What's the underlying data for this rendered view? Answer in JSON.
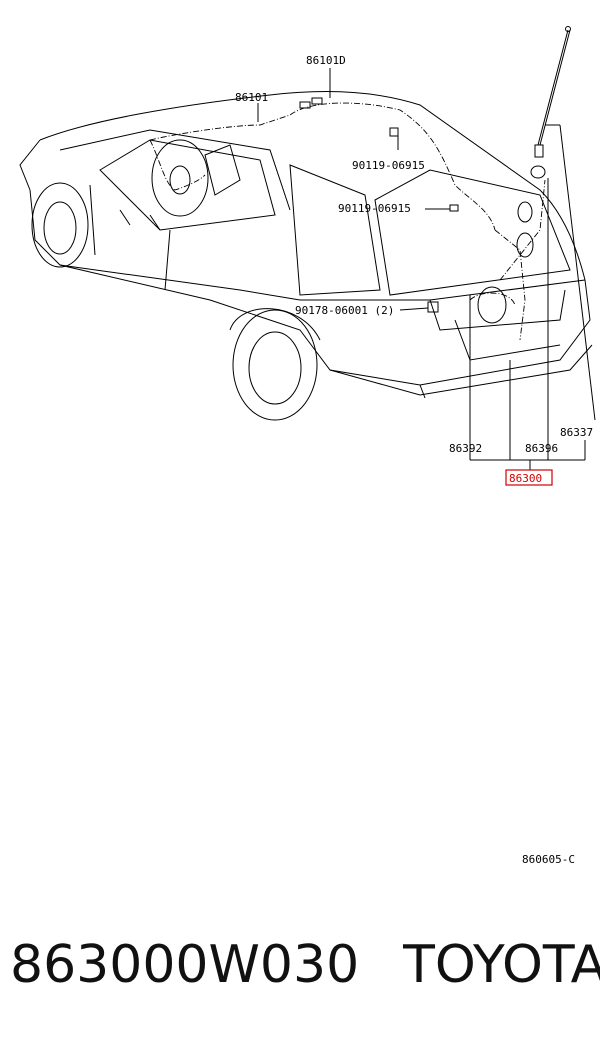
{
  "diagram": {
    "labels": {
      "p86101D": "86101D",
      "p86101": "86101",
      "p90119a": "90119-06915",
      "p90119b": "90119-06915",
      "p90178": "90178-06001 (2)",
      "p86392": "86392",
      "p86396": "86396",
      "p86337": "86337",
      "p86300": "86300"
    },
    "highlight_color": "#d00000",
    "reference_code": "860605-C"
  },
  "footer": {
    "part_number": "863000W030",
    "brand": "TOYOTA"
  }
}
